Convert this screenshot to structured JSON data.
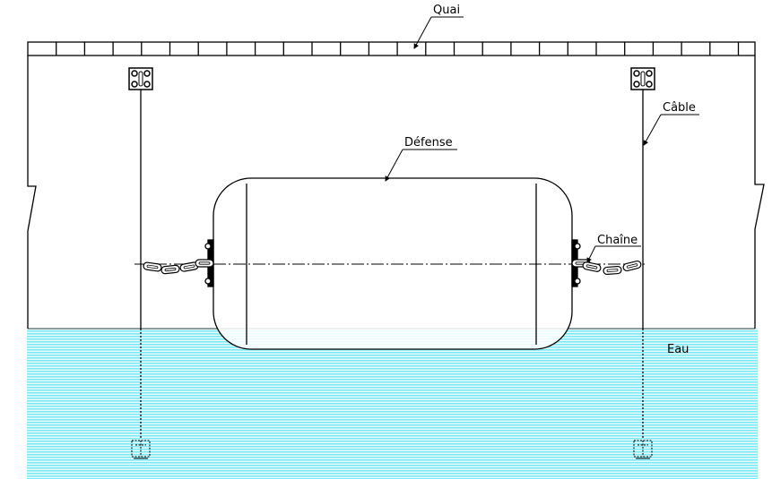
{
  "labels": {
    "quay": "Quai",
    "cable": "Câble",
    "fender": "Défense",
    "chain": "Chaîne",
    "water": "Eau"
  },
  "colors": {
    "water": "#7ee9f2",
    "line": "#000000"
  }
}
